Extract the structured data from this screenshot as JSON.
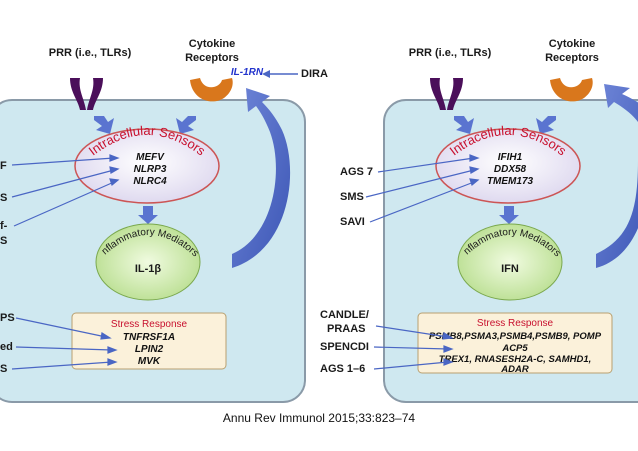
{
  "citation": "Annu Rev Immunol 2015;33:823–74",
  "left": {
    "prr_label": "PRR (i.e., TLRs)",
    "cytokine_label": "Cytokine Receptors",
    "cytokine_line1": "Cytokine",
    "cytokine_line2": "Receptors",
    "il1rn": "IL-1RN",
    "dira": "DIRA",
    "sensors_title": "Intracellular Sensors",
    "sensors": [
      "MEFV",
      "NLRP3",
      "NLRC4"
    ],
    "mediators_title": "Inflammatory Mediators",
    "mediator": "IL-1β",
    "stress_title": "Stress Response",
    "stress_genes": [
      "TNFRSF1A",
      "LPIN2",
      "MVK"
    ],
    "cut_labels": [
      "F",
      "S",
      "f-",
      "S",
      "PS",
      "ed",
      "S"
    ]
  },
  "right": {
    "prr_label": "PRR (i.e., TLRs)",
    "cytokine_line1": "Cytokine",
    "cytokine_line2": "Receptors",
    "sensors_title": "Intracellular Sensors",
    "sensors": [
      "IFIH1",
      "DDX58",
      "TMEM173"
    ],
    "sensor_diseases": [
      "AGS 7",
      "SMS",
      "SAVI"
    ],
    "mediators_title": "Inflammatory Mediators",
    "mediator": "IFN",
    "stress_title": "Stress Response",
    "stress_lines": [
      "PSMB8,PSMA3,PSMB4,PSMB9, POMP",
      "ACP5",
      "TREX1, RNASESH2A-C, SAMHD1,",
      "ADAR"
    ],
    "stress_diseases": [
      "CANDLE/",
      "PRAAS",
      "SPENCDI",
      "AGS 1–6"
    ]
  },
  "colors": {
    "cell_fill": "#cfe8f0",
    "cell_stroke": "#8a9aa8",
    "arrow_blue": "#4a66c4",
    "prr_purple": "#4b0f5a",
    "receptor_orange": "#d9771c",
    "sensor_fill": "#ece8f5",
    "mediator_fill": "#cde9a8",
    "stress_fill": "#fbf1da",
    "red_text": "#c8102e"
  }
}
